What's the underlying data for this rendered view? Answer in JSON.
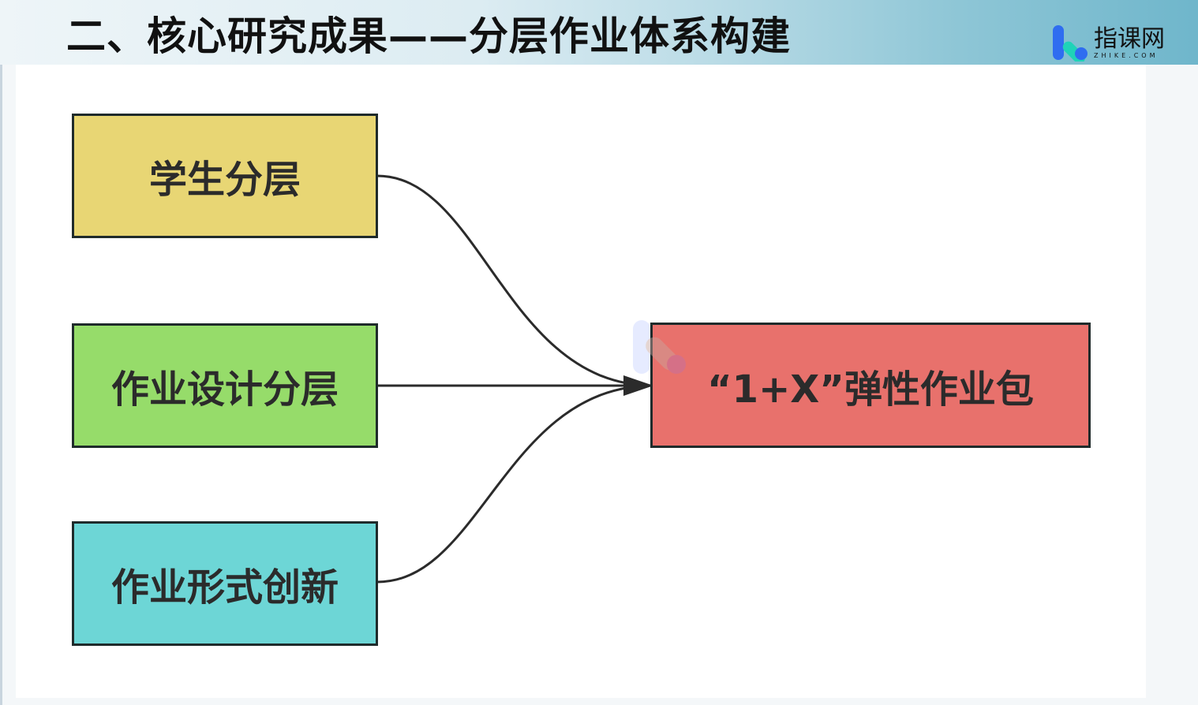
{
  "header": {
    "title": "二、核心研究成果——分层作业体系构建"
  },
  "logo": {
    "cn": "指课网",
    "en": "ZHIKE.COM"
  },
  "diagram": {
    "sources": [
      {
        "label": "学生分层",
        "color": "#e8d674"
      },
      {
        "label": "作业设计分层",
        "color": "#96dc6a"
      },
      {
        "label": "作业形式创新",
        "color": "#6dd6d6"
      }
    ],
    "target": {
      "label": "“1+X”弹性作业包",
      "color": "#e8716c"
    }
  }
}
